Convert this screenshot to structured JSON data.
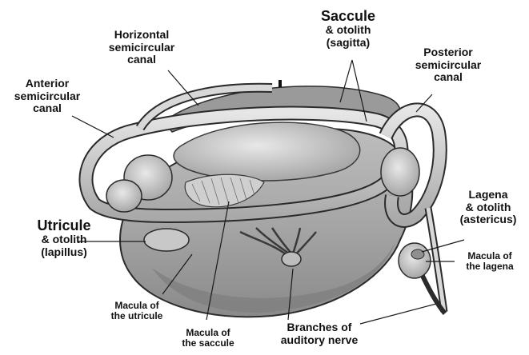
{
  "labels": {
    "saccule": {
      "title": "Saccule",
      "line2": "& otolith",
      "line3": "(sagitta)"
    },
    "horizontal_canal": {
      "line1": "Horizontal",
      "line2": "semicircular",
      "line3": "canal"
    },
    "posterior_canal": {
      "line1": "Posterior",
      "line2": "semicircular",
      "line3": "canal"
    },
    "anterior_canal": {
      "line1": "Anterior",
      "line2": "semicircular",
      "line3": "canal"
    },
    "utricule": {
      "title": "Utricule",
      "line2": "& otolith",
      "line3": "(lapillus)"
    },
    "lagena": {
      "line1": "Lagena",
      "line2": "& otolith",
      "line3": "(astericus)"
    },
    "macula_lagena": {
      "line1": "Macula of",
      "line2": "the lagena"
    },
    "macula_utricule": {
      "line1": "Macula of",
      "line2": "the utricule"
    },
    "macula_saccule": {
      "line1": "Macula of",
      "line2": "the saccule"
    },
    "auditory_nerve": {
      "line1": "Branches of",
      "line2": "auditory nerve"
    }
  },
  "colors": {
    "tissue": "#b7b7b7",
    "tissue_dark": "#7d7d7d",
    "tissue_light": "#dcdcdc",
    "outline": "#2b2b2b",
    "leader": "#1a1a1a"
  }
}
